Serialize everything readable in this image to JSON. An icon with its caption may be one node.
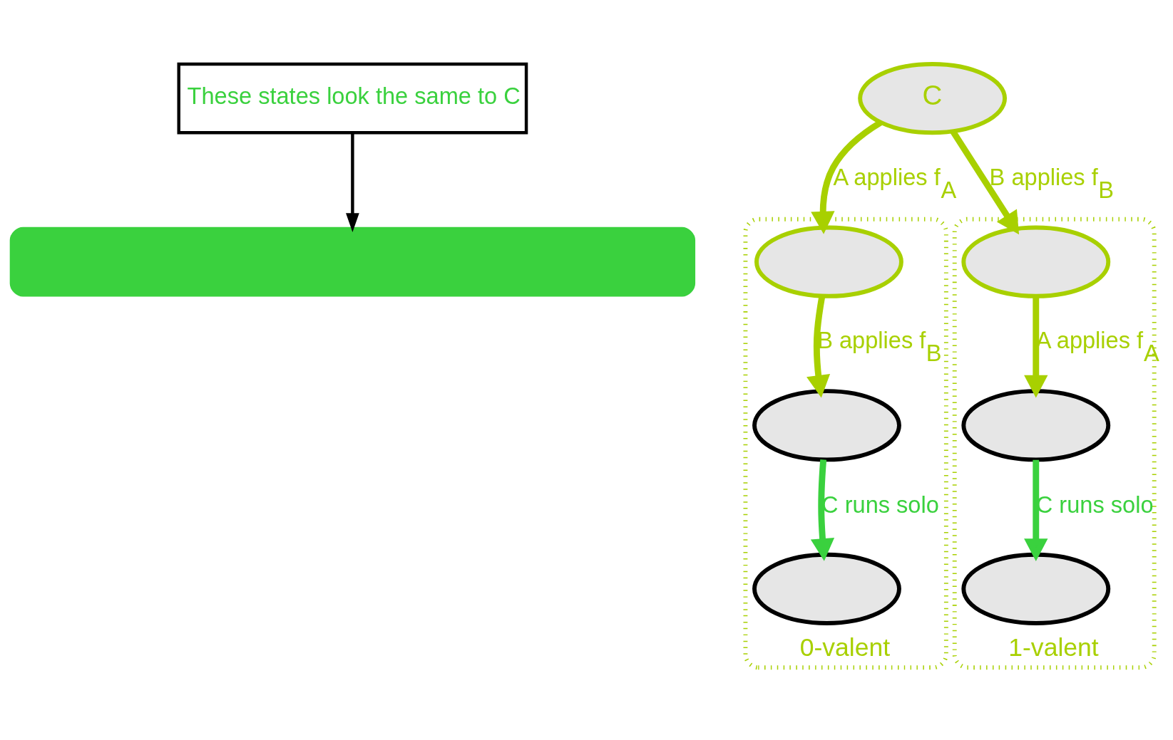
{
  "diagram": {
    "nodes": [
      {
        "text": [
          "These states look the same to C"
        ]
      },
      {
        "text": [
          "C"
        ]
      },
      {
        "text": [
          "0-valent"
        ]
      },
      {
        "text": [],
        "shape": "ellipse",
        "in": 2
      },
      {
        "text": [],
        "shape": "ellipse",
        "in": 2
      },
      {
        "text": [],
        "shape": "ellipse",
        "in": 2
      },
      {
        "text": [
          "1-valent"
        ]
      },
      {
        "text": [],
        "shape": "ellipse",
        "in": 6
      },
      {
        "text": [],
        "shape": "ellipse",
        "in": 6
      },
      {
        "text": [],
        "shape": "ellipse",
        "in": 6
      },
      {
        "text": [],
        "shape": "bar"
      }
    ],
    "edges": [
      {
        "from": 1,
        "to": 3,
        "arrow": "to",
        "label": "A applies f$_{A}$"
      },
      {
        "from": 1,
        "to": 7,
        "arrow": "to",
        "label": "B applies f$_{B}$"
      },
      {
        "from": 3,
        "to": 4,
        "arrow": "to",
        "label": "B applies f$_{B}$"
      },
      {
        "from": 7,
        "to": 8,
        "arrow": "to",
        "label": "A applies f$_{A}$"
      },
      {
        "from": 4,
        "to": 5,
        "arrow": "to",
        "label": "C runs solo",
        "color": "#3ad13e"
      },
      {
        "from": 8,
        "to": 9,
        "arrow": "to",
        "label": "C runs solo",
        "color": "#3ad13e"
      },
      {
        "from": 0,
        "to": 10,
        "arrow": "to",
        "color": "#000000"
      }
    ]
  }
}
